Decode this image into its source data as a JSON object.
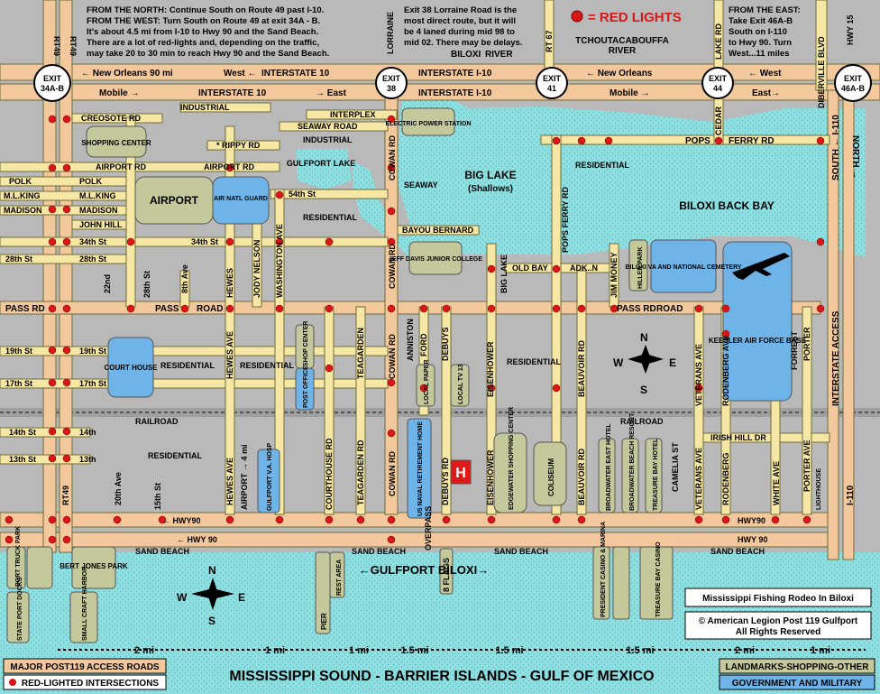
{
  "title_bottom": "MISSISSIPPI SOUND - BARRIER ISLANDS - GULF OF MEXICO",
  "notes": {
    "north_west": [
      "FROM THE NORTH:  Continue South on Route 49 past I-10.",
      "FROM THE WEST:  Turn South on Route 49 at exit 34A - B.",
      "It's about 4.5 mi from I-10 to Hwy 90 and the Sand Beach.",
      "There are a lot of red-lights and, depending on the traffic,",
      "may take 20 to 30 min to reach Hwy 90 and the Sand Beach."
    ],
    "lorraine": [
      "Exit 38 Lorraine Road is the",
      "most direct route, but it will",
      "be 4 laned during mid 98 to",
      "mid 02. There may be delays."
    ],
    "east": [
      "FROM THE EAST:",
      "Take Exit 46A-B",
      "South on I-110",
      "to Hwy 90. Turn",
      "West...11 miles"
    ]
  },
  "legend_red_lights": "= RED LIGHTS",
  "river_labels": [
    "TCHOUTACABOUFFA",
    "RIVER",
    "BILOXI",
    "RIVER"
  ],
  "exits": [
    {
      "label1": "EXIT",
      "label2": "34A-B"
    },
    {
      "label1": "EXIT",
      "label2": "38"
    },
    {
      "label1": "EXIT",
      "label2": "41"
    },
    {
      "label1": "EXIT",
      "label2": "44"
    },
    {
      "label1": "EXIT",
      "label2": "46A-B"
    }
  ],
  "interstate": {
    "west_a": "← New Orleans 90 mi",
    "west_b": "West ←",
    "name_a": "INTERSTATE 10",
    "name_b": "INTERSTATE I-10",
    "west_c": "← New Orleans",
    "west_d": "← West",
    "east_a": "Mobile →",
    "east_b": "→ East",
    "east_c": "Mobile →",
    "east_d": "East→",
    "name_c": "INTERSTATE 10",
    "name_d": "INTERSTATE I-10"
  },
  "roads": {
    "rt49": "RT49",
    "rt67": "RT 67",
    "lorraine": "LORRAINE",
    "lake_rd": "LAKE RD",
    "diberville": "DIBERVILLE BLVD",
    "hwy15": "HWY 15",
    "creosote": "CREOSOTE RD",
    "industrial": "INDUSTRIAL",
    "interplex": "INTERPLEX",
    "seaway": "SEAWAY ROAD",
    "industrial2": "INDUSTRIAL",
    "rippy": "* RIPPY RD",
    "airport_rd_w": "AIRPORT RD",
    "airport_rd_e": "AIRPORT RD",
    "polk_a": "POLK",
    "polk_b": "POLK",
    "mlking_a": "M.L.KING",
    "mlking_b": "M.L.KING",
    "madison_a": "MADISON",
    "madison_b": "MADISON",
    "johnhill": "JOHN HILL",
    "bayou_bernard": "BAYOU BERNARD",
    "st34_a": "34th St",
    "st34_b": "34th St",
    "st28_a": "28th St",
    "st28_b": "28th St",
    "st54": "54th St",
    "pass_rd_a": "PASS RD",
    "pass_rd_b": "PASS",
    "pass_rd_c": "ROAD",
    "pass_rd_d": "PASS RD",
    "pass_rd_e": "ROAD",
    "st19_a": "19th St",
    "st19_b": "19th St",
    "st17_a": "17th St",
    "st17_b": "17th St",
    "railroad_a": "RAILROAD",
    "railroad_b": "RAILROAD",
    "st14_a": "14th St",
    "st14_b": "14th",
    "st13_a": "13th St",
    "st13_b": "13th",
    "hwy90_a": "← HWY90",
    "hwy90_b": "← HWY 90",
    "hwy90_c": "HWY90",
    "hwy90_d": "HWY 90",
    "sand_beach_a": "SAND BEACH",
    "sand_beach_b": "SAND BEACH",
    "sand_beach_c": "SAND BEACH",
    "sand_beach_d": "SAND BEACH",
    "pops_ferry": "POPS",
    "pops_ferry2": "FERRY RD",
    "old_bay": "OLD BAY",
    "adk": "ADK..N",
    "irish_hill": "IRISH HILL DR",
    "cowan": "COWAN RD",
    "hewes": "HEWES",
    "hewes_ave": "HEWES AVE",
    "jody_nelson": "JODY NELSON",
    "washington": "WASHINGTON AVE",
    "cedar": "CEDAR",
    "ave8": "8th Ave",
    "ave20": "20th Ave",
    "ave22": "22nd",
    "st28v": "28th St",
    "st15": "15th St",
    "airport_ave": "AIRPORT → 4 mi",
    "courthouse_rd": "COURTHOUSE RD",
    "teagarden": "TEAGARDEN",
    "teagarden_rd": "TEAGARDEN RD",
    "anniston": "ANNISTON",
    "ford": "FORD",
    "debuys": "DEBUYS",
    "debuys_rd": "DEBUYS RD",
    "big_lake": "BIG LAKE",
    "pops_ferry_rd": "POPS FERRY RD",
    "eisenhower": "EISENHOWER",
    "eisenhower2": "EISENHOWER",
    "beauvoir": "BEAUVOIR RD",
    "beauvoir2": "BEAUVOIR RD",
    "jim_money": "JIM MONEY",
    "veterans": "VETERANS AVE",
    "veterans2": "VETERANS AVE",
    "rodenberg": "RODENBERG AVE",
    "rodenberg2": "RODENBERG",
    "forrest": "FORREST",
    "porter": "PORTER",
    "white_ave": "WHITE AVE",
    "porter_ave": "PORTER AVE",
    "camelia": "CAMELIA ST",
    "interstate_access": "INTERSTATE ACCESS",
    "i110_s": "SOUTH ← I-110",
    "i110_n": "NORTH →",
    "i110_b": "I-110",
    "eight_flags": "8 FLAGS",
    "overpass": "OVERPASS",
    "lighthouse": "LIGHTHOUSE"
  },
  "landmarks": {
    "shopping_center": "SHOPPING CENTER",
    "airport": "AIRPORT",
    "air_natl_guard": "AIR NATL GUARD",
    "gulfport_lake": "GULFPORT LAKE",
    "electric": "ELECTRIC POWER STATION",
    "seaway": "SEAWAY",
    "big_lake": "BIG LAKE",
    "shallows": "(Shallows)",
    "biloxi_back_bay": "BILOXI BACK BAY",
    "jeff_davis": "JEFF DAVIS JUNIOR COLLEGE",
    "biloxi_va": "BILOXI VA AND NATIONAL CEMETERY",
    "keesler": "KEESLER AIR FORCE BASE",
    "hiller_park": "HILLER PARK",
    "court_house": "COURT HOUSE",
    "shop_center": "SHOP CENTER",
    "post_office": "POST OFFICE",
    "local_paper": "LOCAL PAPER",
    "local_tv": "LOCAL TV 13",
    "us_naval": "US NAVAL RETIREMENT HOME",
    "hospital": "H",
    "gulfport_va": "GULFPORT V.A. HOSP",
    "edgewater": "EDGEWATER SHOPPING CENTER",
    "coliseum": "COLISEUM",
    "broadwater_east": "BROADWATER EAST HOTEL",
    "broadwater_beach": "BROADWATER BEACH RESORT",
    "treasure_bay_hotel": "TREASURE BAY HOTEL",
    "port_truck_park": "PORT TRUCK PARK",
    "bert_jones": "BERT JONES PARK",
    "state_port": "STATE PORT DOCKS",
    "small_craft": "SMALL CRAFT HARBOR",
    "pier": "PIER",
    "rest_area": "REST AREA",
    "president_casino": "PRESIDENT CASINO & MARINA",
    "treasure_bay_casino": "TREASURE BAY CASINO",
    "gulfport_biloxi": "←GULFPORT BILOXI→",
    "residential": "RESIDENTIAL"
  },
  "fishing_rodeo": "Mississippi Fishing Rodeo In Biloxi",
  "copyright": [
    "© American Legion Post 119 Gulfport",
    "All Rights Reserved"
  ],
  "scale": [
    "2 mi",
    "1 mi",
    "1 mi",
    "1.5 mi",
    "1.5 mi",
    "1.5 mi",
    "2 mi",
    "1 mi"
  ],
  "legend": {
    "access_roads": "MAJOR POST119 ACCESS ROADS",
    "red_lighted": "RED-LIGHTED INTERSECTIONS",
    "landmarks": "LANDMARKS-SHOPPING-OTHER",
    "government": "GOVERNMENT AND MILITARY"
  },
  "compass": {
    "n": "N",
    "s": "S",
    "e": "E",
    "w": "W"
  },
  "colors": {
    "land": "#b9b9b9",
    "road": "#f7e7a5",
    "major_road": "#f2c89c",
    "water": "#8fdfe0",
    "gov": "#6fb4e8",
    "landmark": "#c4c89a",
    "red_light": "#d81818",
    "hospital": "#e01818"
  }
}
